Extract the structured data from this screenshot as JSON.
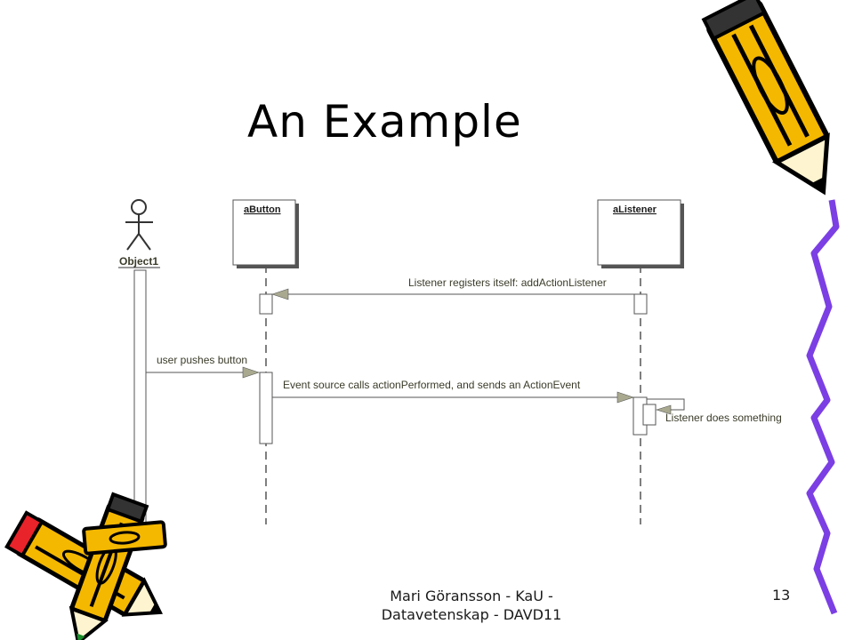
{
  "slide": {
    "title": "An Example",
    "footer_line1": "Mari Göransson - KaU -",
    "footer_line2": "Datavetenskap - DAVD11",
    "page_number": "13"
  },
  "diagram": {
    "actor_label": "Object1",
    "button_label": "aButton",
    "listener_label": "aListener",
    "messages": {
      "register": "Listener registers itself: addActionListener",
      "push": "user pushes button",
      "event": "Event source calls actionPerformed, and sends an ActionEvent",
      "self": "Listener does something"
    }
  },
  "colors": {
    "pencil_yellow": "#f5b800",
    "pencil_outline": "#000000",
    "eraser_red": "#e8232a",
    "purple_line": "#7b3fe4",
    "arrow_head": "#a9a990"
  }
}
